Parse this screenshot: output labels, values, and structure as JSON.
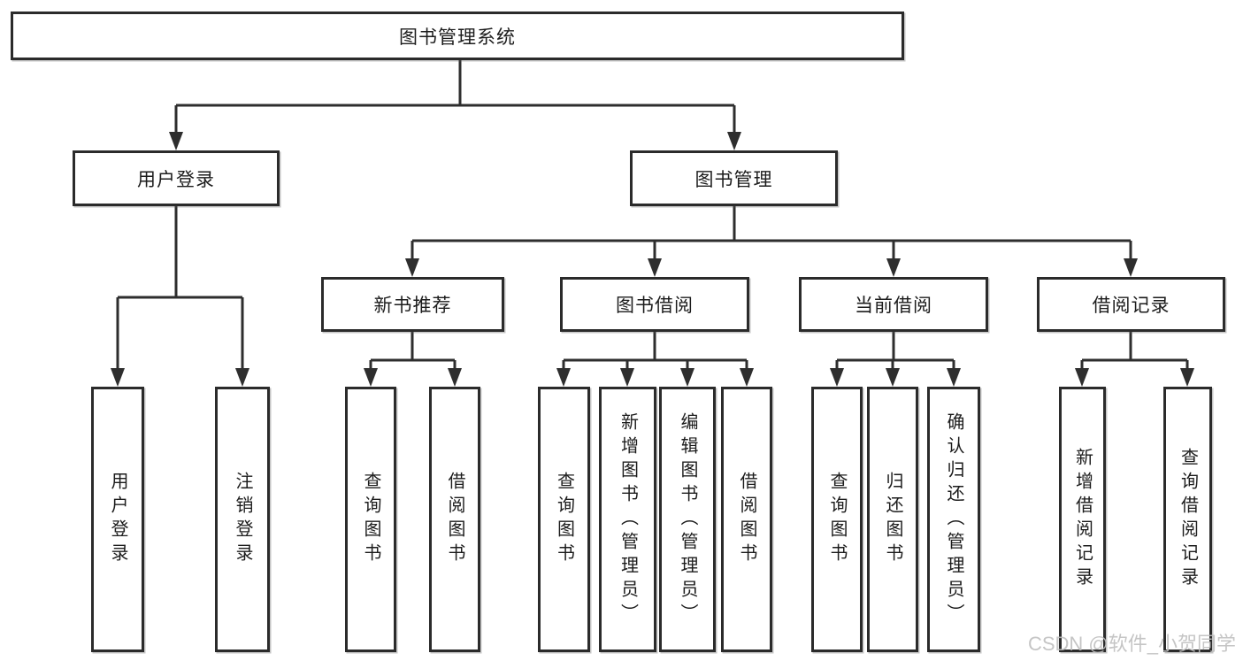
{
  "diagram_type": "function-structure-tree",
  "colors": {
    "line": "#2e2e2e",
    "box_border": "#2b2b2b",
    "box_fill": "#ffffff",
    "text": "#1c1c1c",
    "watermark": "#bfbfbf",
    "background": "#ffffff"
  },
  "watermark": "CSDN @软件_小贺同学",
  "tree": {
    "label": "图书管理系统",
    "children": [
      {
        "label": "用户登录",
        "children": [
          {
            "label": "用户登录"
          },
          {
            "label": "注销登录"
          }
        ]
      },
      {
        "label": "图书管理",
        "children": [
          {
            "label": "新书推荐",
            "children": [
              {
                "label": "查询图书"
              },
              {
                "label": "借阅图书"
              }
            ]
          },
          {
            "label": "图书借阅",
            "children": [
              {
                "label": "查询图书"
              },
              {
                "label": "新增图书（管理员）"
              },
              {
                "label": "编辑图书（管理员）"
              },
              {
                "label": "借阅图书"
              }
            ]
          },
          {
            "label": "当前借阅",
            "children": [
              {
                "label": "查询图书"
              },
              {
                "label": "归还图书"
              },
              {
                "label": "确认归还（管理员）"
              }
            ]
          },
          {
            "label": "借阅记录",
            "children": [
              {
                "label": "新增借阅记录"
              },
              {
                "label": "查询借阅记录"
              }
            ]
          }
        ]
      }
    ]
  }
}
